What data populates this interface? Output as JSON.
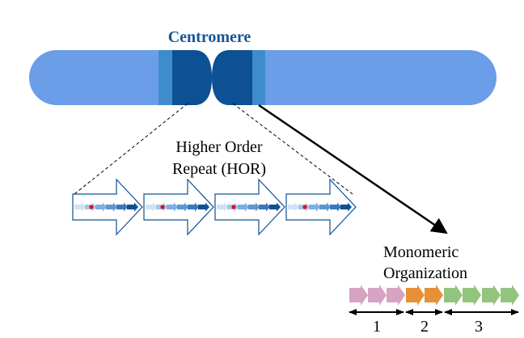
{
  "title": "Centromere",
  "hor_label_line1": "Higher Order",
  "hor_label_line2": "Repeat (HOR)",
  "mono_label_line1": "Monomeric",
  "mono_label_line2": "Organization",
  "segments": [
    "1",
    "2",
    "3"
  ],
  "colors": {
    "chromosome_arm": "#6b9de8",
    "centromere_dark": "#0d5093",
    "centromere_band": "#3f8ccc",
    "title": "#1a5496",
    "monomer_1": "#d6a3c4",
    "monomer_2": "#e69138",
    "monomer_3": "#93c47d"
  }
}
